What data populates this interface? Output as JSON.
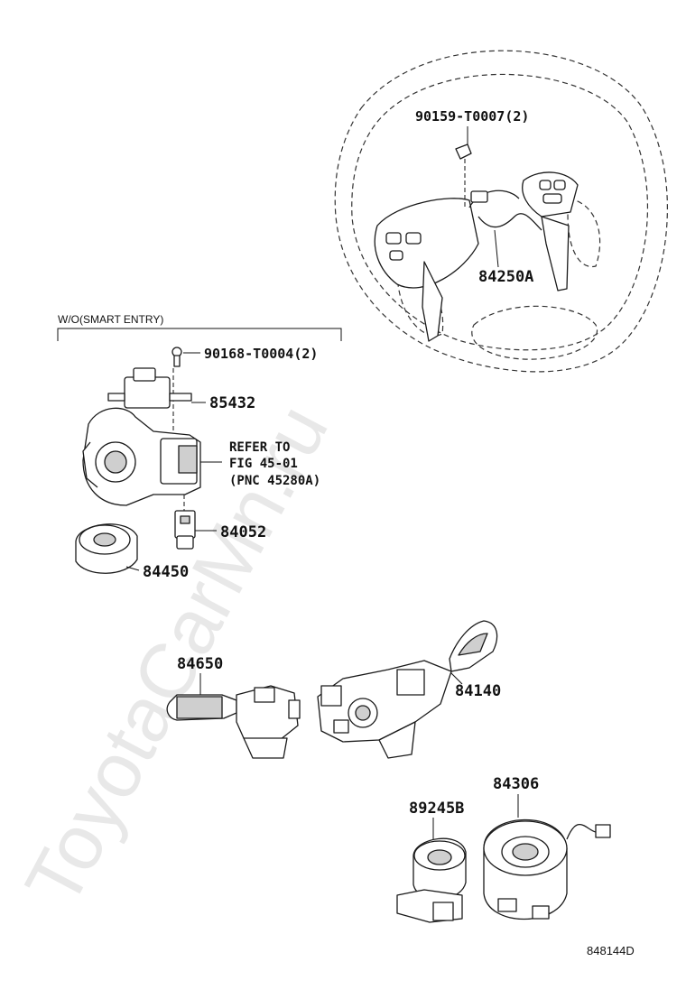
{
  "watermark": "ToyotaCarMn.ru",
  "diagram_id": "848144D",
  "group_label": "W/O(SMART ENTRY)",
  "refer_note": {
    "line1": "REFER TO",
    "line2": "FIG 45-01",
    "line3": "(PNC 45280A)"
  },
  "parts": {
    "screw_wheel": "90159-T0007(2)",
    "wheel_switch": "84250A",
    "screw_lock": "90168-T0004(2)",
    "lock_unit": "85432",
    "connector": "84052",
    "ring": "84450",
    "wiper_switch": "84650",
    "turn_switch": "84140",
    "sensor": "89245B",
    "spiral_cable": "84306"
  }
}
